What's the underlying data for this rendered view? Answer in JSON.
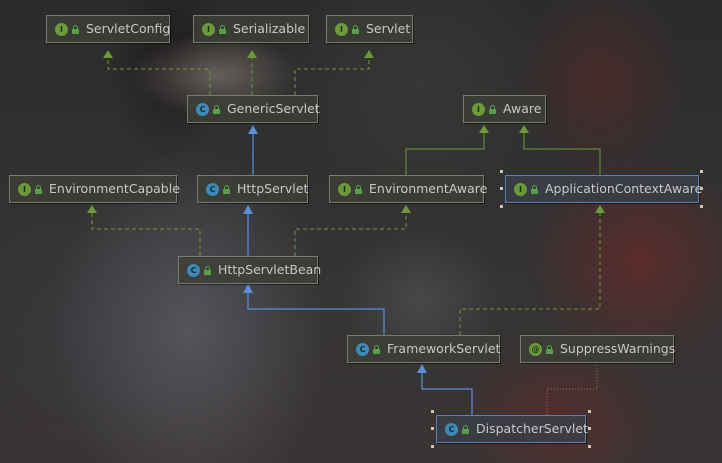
{
  "nodes": [
    {
      "id": "servletconfig",
      "kind": "interface",
      "label": "ServletConfig"
    },
    {
      "id": "serializable",
      "kind": "interface",
      "label": "Serializable"
    },
    {
      "id": "servlet",
      "kind": "interface",
      "label": "Servlet"
    },
    {
      "id": "genericservlet",
      "kind": "abstract-class",
      "label": "GenericServlet"
    },
    {
      "id": "aware",
      "kind": "interface",
      "label": "Aware"
    },
    {
      "id": "environmentcapable",
      "kind": "interface",
      "label": "EnvironmentCapable"
    },
    {
      "id": "httpservlet",
      "kind": "abstract-class",
      "label": "HttpServlet"
    },
    {
      "id": "environmentaware",
      "kind": "interface",
      "label": "EnvironmentAware"
    },
    {
      "id": "applicationcontextaware",
      "kind": "interface",
      "label": "ApplicationContextAware"
    },
    {
      "id": "httpservletbean",
      "kind": "abstract-class",
      "label": "HttpServletBean"
    },
    {
      "id": "frameworkservlet",
      "kind": "abstract-class",
      "label": "FrameworkServlet"
    },
    {
      "id": "suppresswarnings",
      "kind": "annotation",
      "label": "SuppressWarnings"
    },
    {
      "id": "dispatcherservlet",
      "kind": "class",
      "label": "DispatcherServlet"
    }
  ],
  "badges": {
    "interface": "I",
    "abstract-class": "C",
    "class": "C",
    "annotation": "@"
  },
  "colors": {
    "extends": "#5b8fd8",
    "implements": "#6a9a3a",
    "annotation": "#b0704a",
    "selection": "#5a7fb0"
  }
}
